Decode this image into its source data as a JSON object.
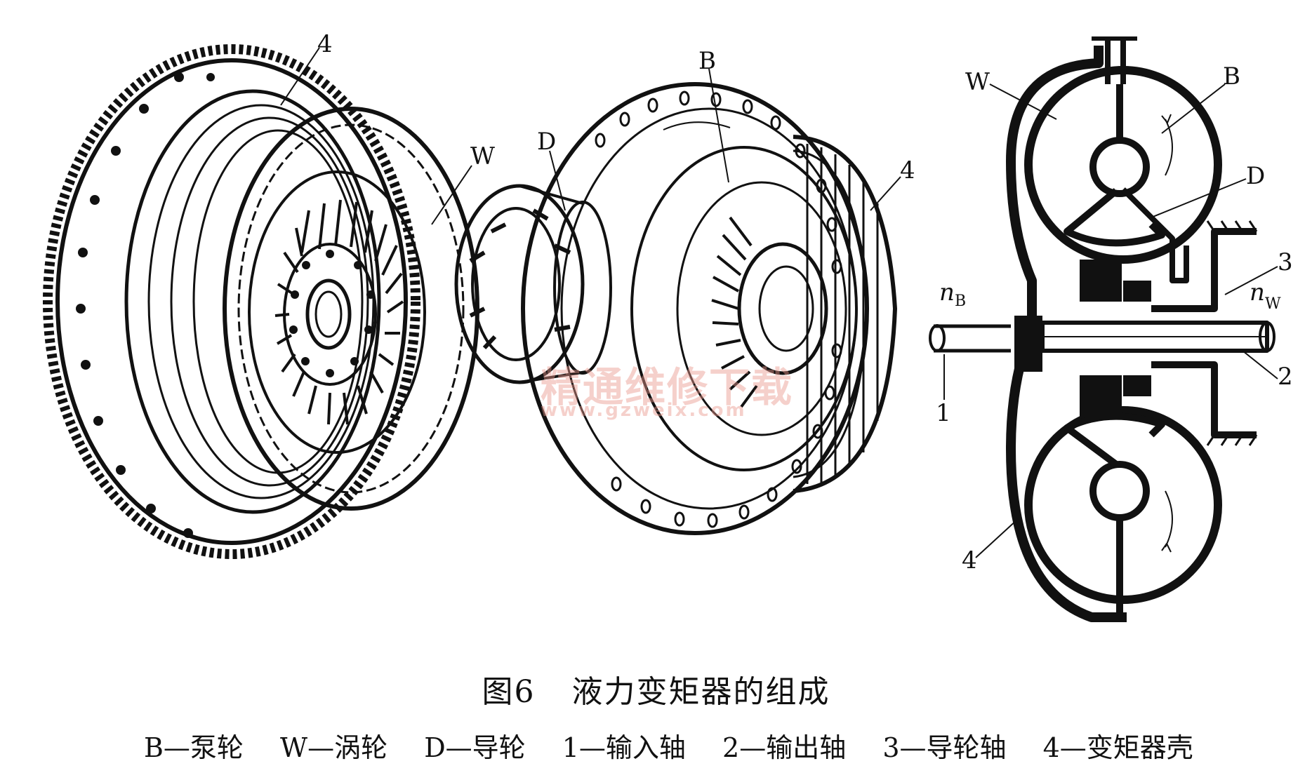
{
  "labels": {
    "left_4": "4",
    "left_W": "W",
    "mid_B": "B",
    "mid_D": "D",
    "mid_4": "4",
    "right_W": "W",
    "right_B": "B",
    "right_D": "D",
    "right_3": "3",
    "right_2": "2",
    "right_1": "1",
    "right_4": "4",
    "nB_n": "n",
    "nB_sub": "B",
    "nW_n": "n",
    "nW_sub": "W"
  },
  "watermark": {
    "text": "精通维修下载",
    "url": "www.gzweix.com"
  },
  "caption": {
    "figure": "图6",
    "title": "液力变矩器的组成"
  },
  "legend": [
    "B—泵轮",
    "W—涡轮",
    "D—导轮",
    "1—输入轴",
    "2—输出轴",
    "3—导轮轴",
    "4—变矩器壳"
  ]
}
